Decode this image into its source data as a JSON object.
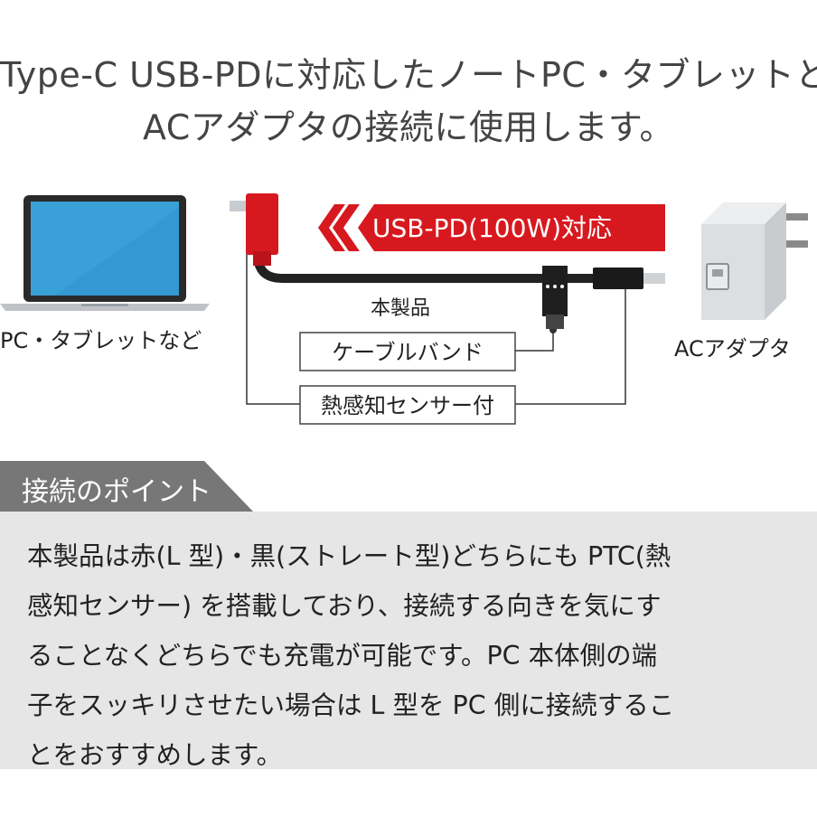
{
  "title": {
    "line1": "Type-C USB-PDに対応したノートPC・タブレットと",
    "line2": "ACアダプタの接続に使用します。"
  },
  "diagram": {
    "banner": "USB-PD(100W)対応",
    "pc_label": "PC・タブレットなど",
    "ac_label": "ACアダプタ",
    "product_label": "本製品",
    "band_label": "ケーブルバンド",
    "sensor_label": "熱感知センサー付"
  },
  "point": {
    "heading": "接続のポイント",
    "lines": [
      "本製品は赤(L 型)・黒(ストレート型)どちらにも PTC(熱",
      "感知センサー) を搭載しており、接続する向きを気にす",
      "ることなくどちらでも充電が可能です。PC 本体側の端",
      "子をスッキリさせたい場合は L 型を PC 側に接続するこ",
      "とをおすすめします。"
    ]
  },
  "colors": {
    "accent_red": "#d7191f",
    "cable_black": "#222222",
    "tab_gray": "#777777",
    "panel_gray": "#e6e6e6"
  }
}
